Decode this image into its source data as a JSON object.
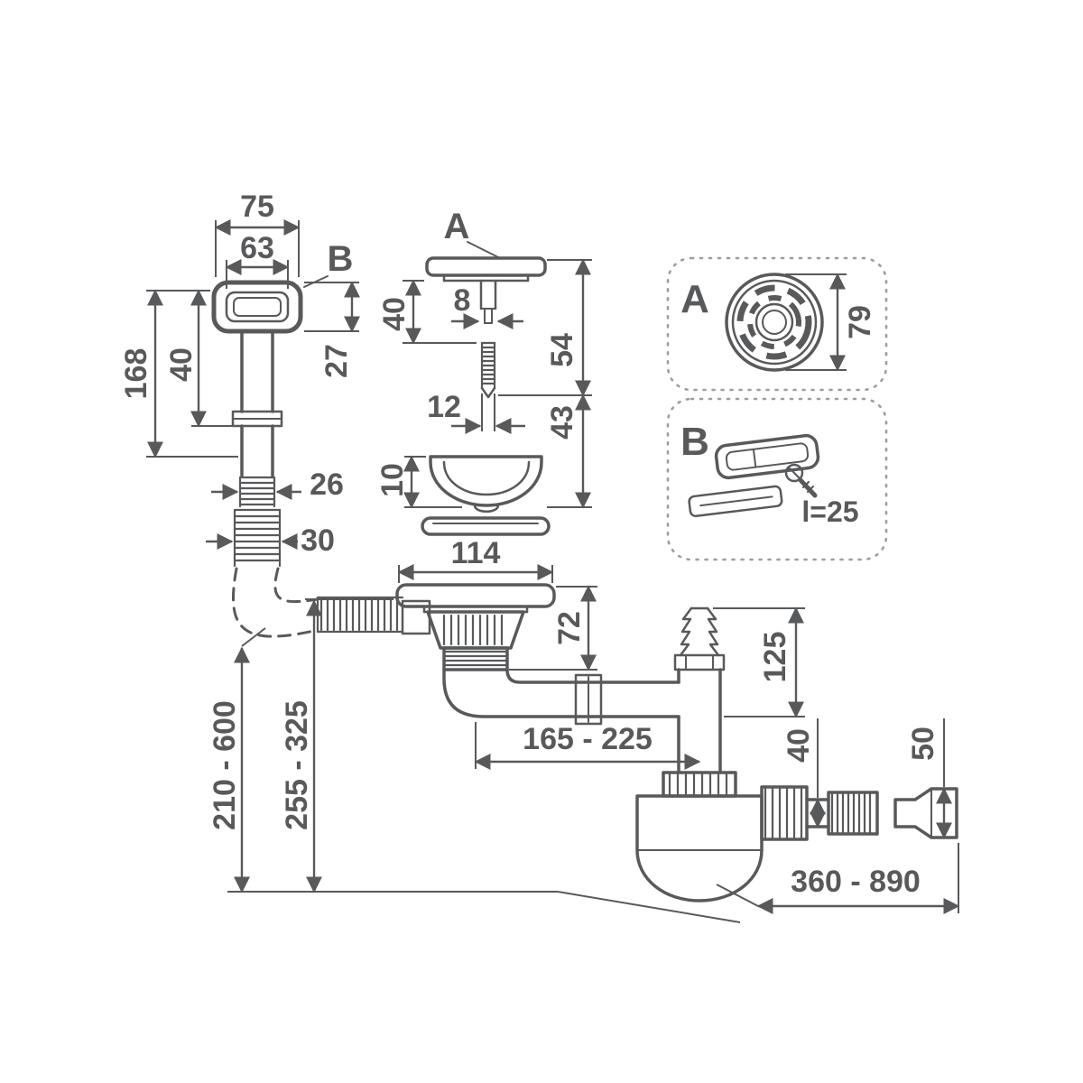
{
  "colors": {
    "line": "#58595b",
    "background": "#ffffff"
  },
  "callouts": {
    "a": "A",
    "b": "B"
  },
  "dims": {
    "overflow_outer_width": "75",
    "overflow_inner_width": "63",
    "overflow_tube_length": "168",
    "overflow_upper_length": "40",
    "overflow_cap_height": "27",
    "overflow_hose_d_small": "26",
    "overflow_hose_d_large": "30",
    "stopper_pin_d": "8",
    "flange_depth": "40",
    "flange_assembly_height": "54",
    "screw_section_height": "43",
    "screw_d": "12",
    "basket_height": "10",
    "flange_d": "114",
    "body_height": "72",
    "inlet_height": "125",
    "outlet_d_small": "40",
    "outlet_d_large": "50",
    "offset_range": "165 - 225",
    "overflow_hose_range": "210 - 600",
    "trap_depth_range": "255 - 325",
    "outlet_length_range": "360 - 890"
  },
  "insets": {
    "a": {
      "label": "A",
      "strainer_d": "79"
    },
    "b": {
      "label": "B",
      "screw_length": "l=25"
    }
  }
}
